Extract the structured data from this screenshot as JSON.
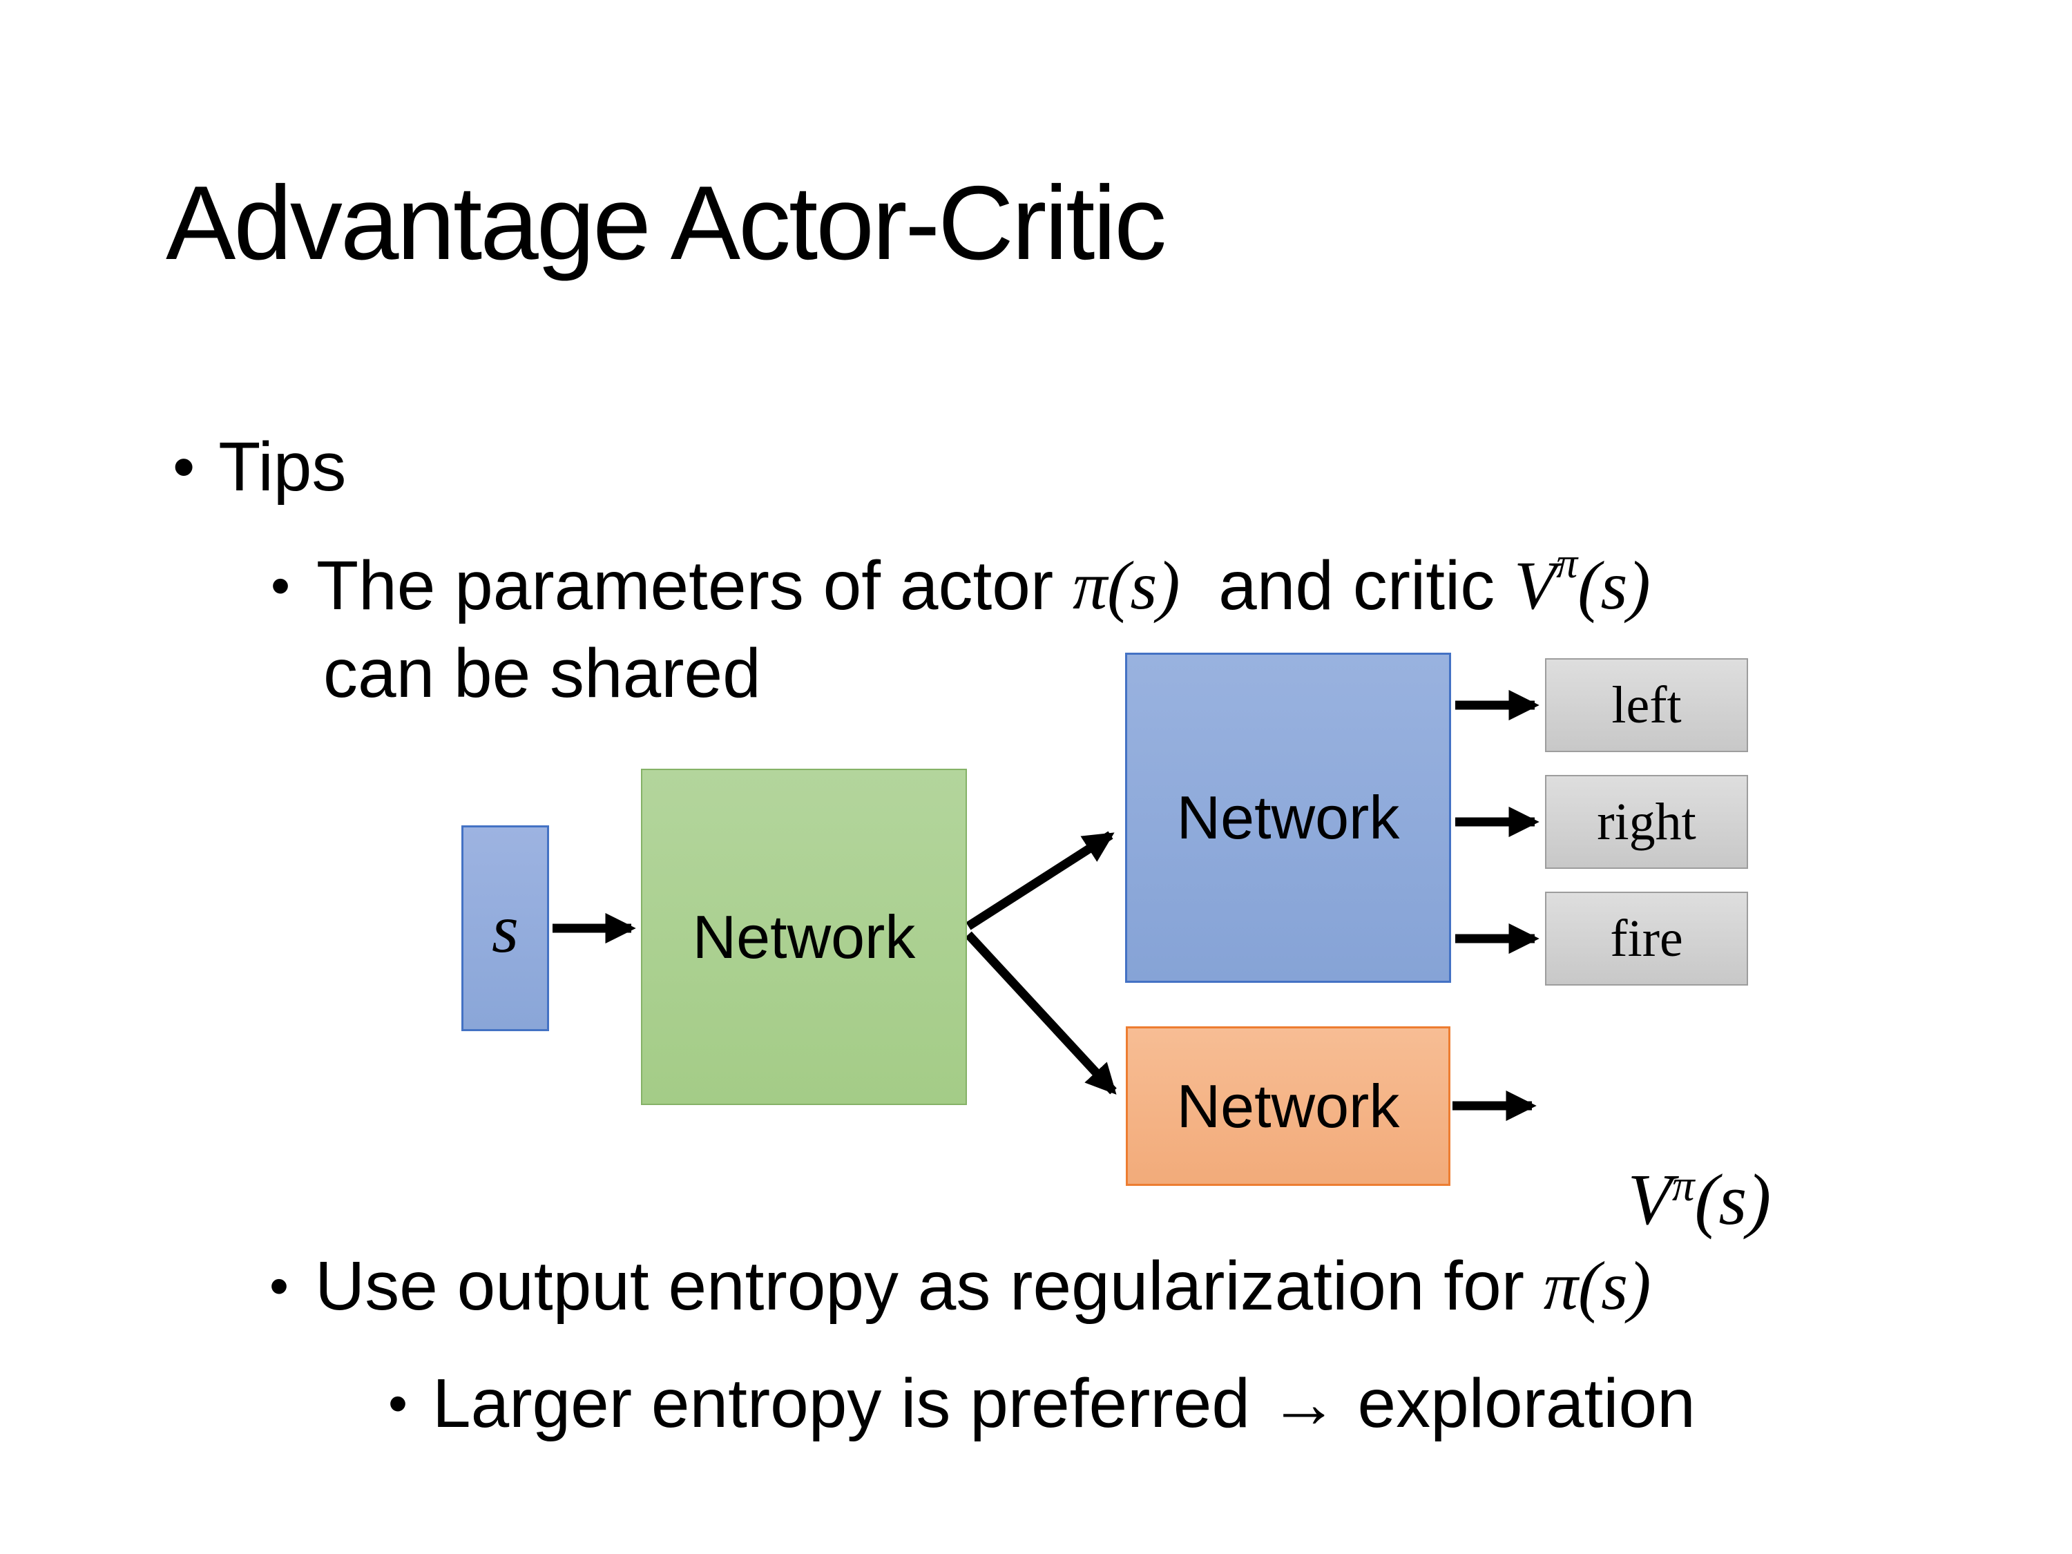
{
  "slide": {
    "title": "Advantage Actor-Critic",
    "bullet_marker": "•",
    "bullets": {
      "tips": "Tips",
      "shared_pre": "The parameters of actor ",
      "actor_math": "π(s)",
      "shared_mid": "  and critic ",
      "critic_base": "V",
      "critic_sup": "π",
      "critic_tail": "(s)",
      "shared_cont": "can be shared",
      "entropy_pre": "Use output entropy as regularization for ",
      "entropy_math": "π(s)",
      "exploration": "Larger entropy is preferred → exploration"
    },
    "diagram": {
      "state_label": "s",
      "shared_network_label": "Network",
      "actor_network_label": "Network",
      "critic_network_label": "Network",
      "actions": [
        "left",
        "right",
        "fire"
      ],
      "value_base": "V",
      "value_sup": "π",
      "value_tail": "(s)",
      "colors": {
        "state_fill": "#8faadc",
        "state_border": "#4472c4",
        "shared_fill": "#a9d18e",
        "shared_border": "#85b267",
        "actor_fill": "#8faadc",
        "actor_border": "#4472c4",
        "critic_fill": "#f4b183",
        "critic_border": "#ed7d31",
        "action_fill": "#d6d6d6",
        "action_border": "#9d9d9d",
        "arrow": "#000000",
        "text": "#000000"
      }
    }
  }
}
